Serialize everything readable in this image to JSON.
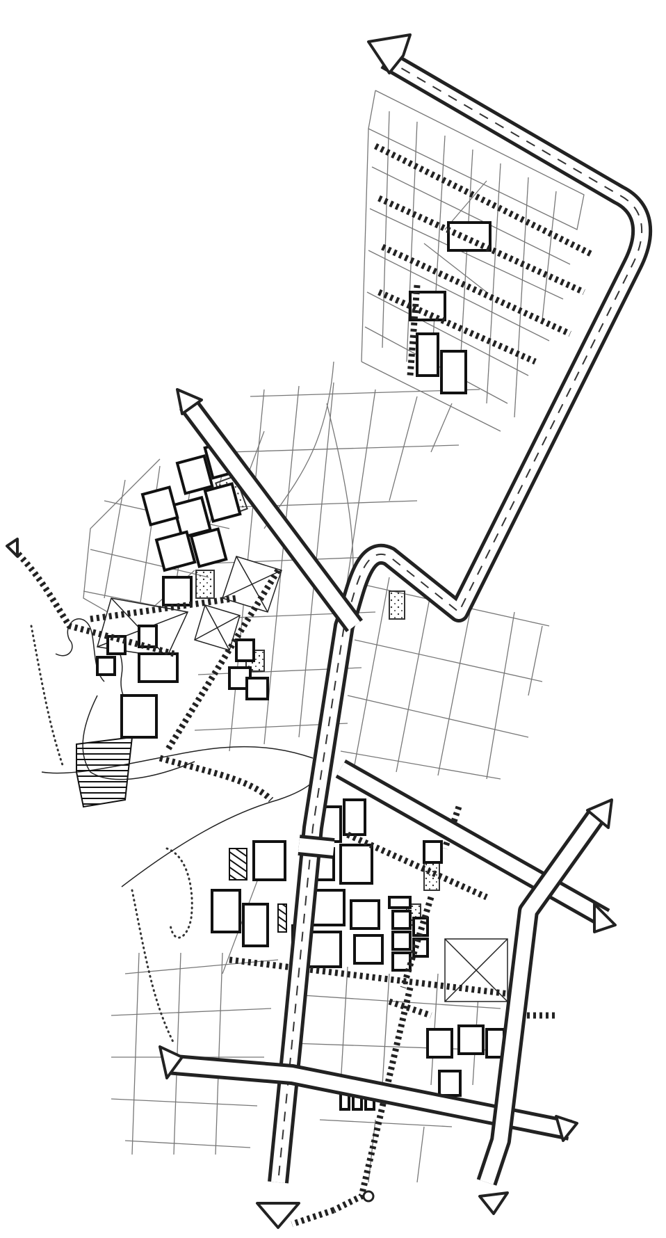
{
  "map": {
    "type": "urban-plan-sketch",
    "style": "black ink line drawing on white",
    "colors": {
      "ink": "#222222",
      "paper": "#ffffff",
      "grid": "#777777"
    },
    "features": [
      "primary-road",
      "arterial-road",
      "pedestrian-axis",
      "building-block",
      "plaza",
      "green-area",
      "river",
      "direction-arrow"
    ],
    "legend": []
  }
}
